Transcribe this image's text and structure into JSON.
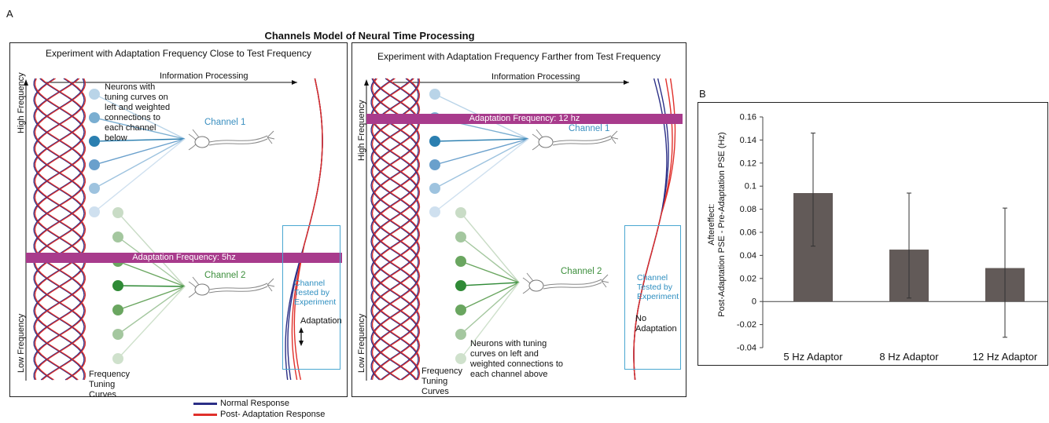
{
  "panel_a_letter": "A",
  "panel_b_letter": "B",
  "main_title": "Channels Model of Neural Time Processing",
  "left_panel": {
    "title": "Experiment with Adaptation Frequency Close to Test Frequency",
    "info_processing": "Information Processing",
    "high_frequency": "High Frequency",
    "low_frequency": "Low Frequency",
    "neurons_note": "Neurons with tuning curves on left and weighted connections to each channel below",
    "channel1": "Channel 1",
    "channel2": "Channel 2",
    "adaptation_band": "Adaptation Frequency: 5hz",
    "tested_label": "Channel Tested by Experiment",
    "adaptation_note": "Adaptation",
    "tuning_label": "Frequency Tuning Curves"
  },
  "right_panel": {
    "title": "Experiment with Adaptation Frequency Farther from Test Frequency",
    "info_processing": "Information Processing",
    "high_frequency": "High Frequency",
    "low_frequency": "Low Frequency",
    "neurons_note": "Neurons with tuning curves on left and weighted connections to each channel above",
    "channel1": "Channel 1",
    "channel2": "Channel 2",
    "adaptation_band": "Adaptation Frequency: 12 hz",
    "tested_label": "Channel Tested by Experiment",
    "adaptation_note": "No Adaptation",
    "tuning_label": "Frequency Tuning Curves"
  },
  "legend": {
    "normal": "Normal Response",
    "post": "Post- Adaptation Response",
    "normal_color": "#2b2f86",
    "post_color": "#e0302b"
  },
  "colors": {
    "channel1": "#3a8fc0",
    "channel2": "#3d8f3d",
    "band": "#a83b8c",
    "bar": "#625a58"
  },
  "chart_data": {
    "type": "bar",
    "categories": [
      "5 Hz Adaptor",
      "8 Hz Adaptor",
      "12 Hz Adaptor"
    ],
    "values": [
      0.094,
      0.045,
      0.029
    ],
    "error_upper": [
      0.146,
      0.094,
      0.081
    ],
    "error_lower": [
      0.048,
      0.003,
      -0.031
    ],
    "ylabel_line1": "Aftereffect:",
    "ylabel_line2": "Post-Adaptation PSE - Pre-Adaptation PSE (Hz)",
    "ylim": [
      -0.04,
      0.16
    ],
    "yticks": [
      "-0.04",
      "-0.02",
      "0",
      "0.02",
      "0.04",
      "0.06",
      "0.08",
      "0.1",
      "0.12",
      "0.14",
      "0.16"
    ],
    "bar_color": "#625a58"
  }
}
